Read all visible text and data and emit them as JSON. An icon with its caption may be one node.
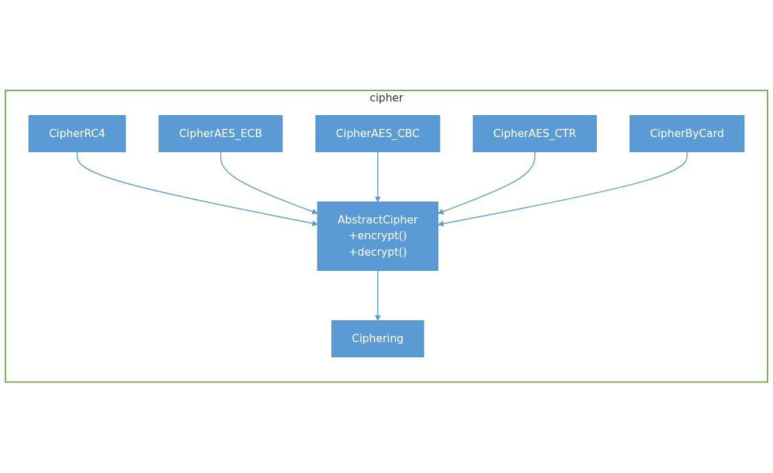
{
  "diagram": {
    "nodes": [
      {
        "text": [
          "cipher"
        ]
      },
      {
        "text": [
          "Ciphering"
        ],
        "in": 0
      },
      {
        "text": [
          "AbstractCipher",
          "+encrypt()",
          "+decrypt()"
        ],
        "in": 0
      },
      {
        "text": [
          "CipherRC4"
        ],
        "in": 0
      },
      {
        "text": [
          "CipherAES_ECB"
        ],
        "in": 0
      },
      {
        "text": [
          "CipherAES_CBC"
        ],
        "in": 0
      },
      {
        "text": [
          "CipherAES_CTR"
        ],
        "in": 0
      },
      {
        "text": [
          "CipherByCard"
        ],
        "in": 0
      }
    ],
    "edges": [
      {
        "from": 2,
        "to": 1,
        "arrow": "to"
      },
      {
        "from": 3,
        "to": 2,
        "arrow": "to"
      },
      {
        "from": 4,
        "to": 2,
        "arrow": "to"
      },
      {
        "from": 5,
        "to": 2,
        "arrow": "to"
      },
      {
        "from": 6,
        "to": 2,
        "arrow": "to"
      },
      {
        "from": 7,
        "to": 2,
        "arrow": "to"
      }
    ]
  }
}
